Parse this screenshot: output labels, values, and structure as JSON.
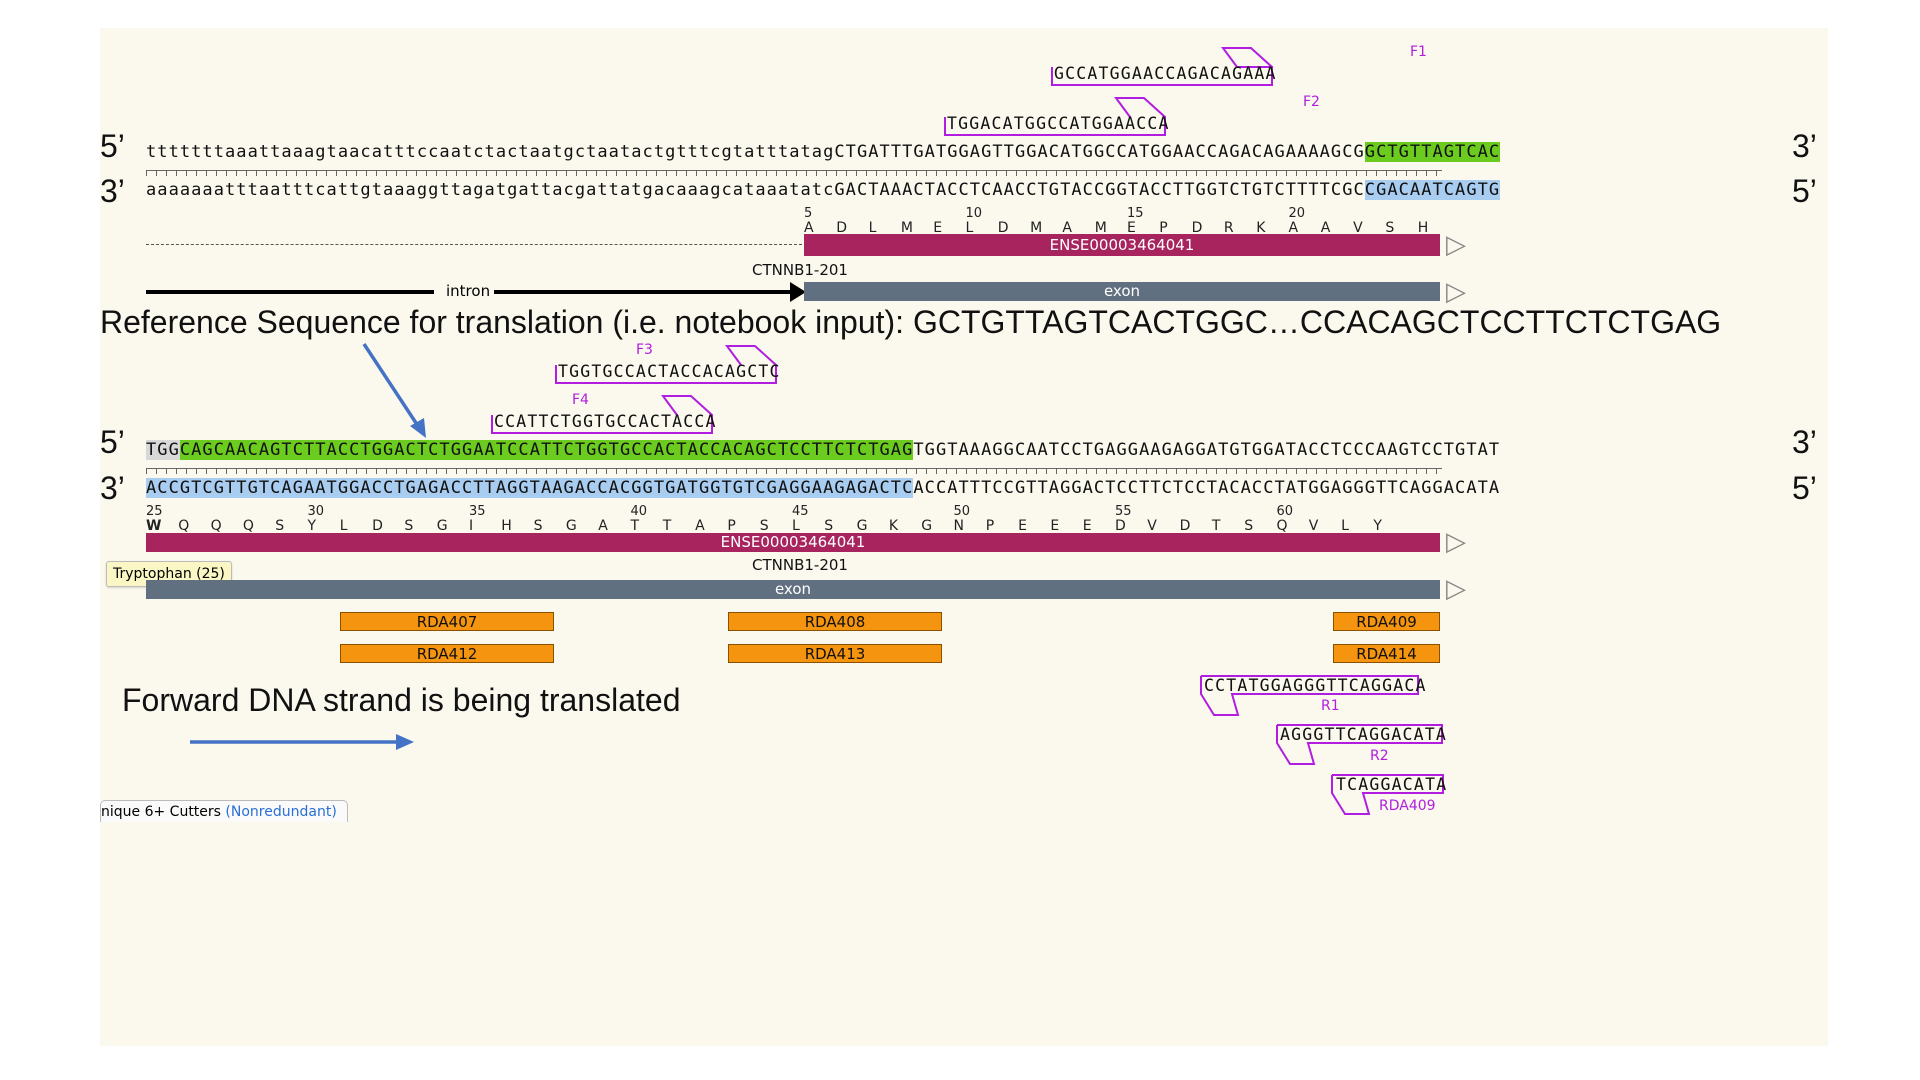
{
  "strands": {
    "five": "5’",
    "three": "3’"
  },
  "top": {
    "fwd_intron": "tttttttaaattaaagtaacatttccaatctactaatgctaatactgtttcgtatttatag",
    "fwd_exon": "CTGATTTGATGGAGTTGGACATGGCCATGGAACCAGACAGAAAAGCG",
    "fwd_hl": "GCTGTTAGTCAC",
    "rev_intron": "aaaaaaatttaatttcattgtaaaggttagatgattacgattatgacaaagcataaatatc",
    "rev_exon": "GACTAAACTACCTCAACCTGTACCGGTACCTTGGTCTGTCTTTTCGC",
    "rev_hl": "CGACAATCAGTG",
    "numbers": [
      "5",
      "10",
      "15",
      "20"
    ],
    "aas": [
      "A",
      "D",
      "L",
      "M",
      "E",
      "L",
      "D",
      "M",
      "A",
      "M",
      "E",
      "P",
      "D",
      "R",
      "K",
      "A",
      "A",
      "V",
      "S",
      "H"
    ],
    "gene_label": "ENSE00003464041",
    "transcript": "CTNNB1-201",
    "intron_label": "intron",
    "exon_label": "exon",
    "primers": [
      {
        "name": "F1",
        "seq": "GCCATGGAACCAGACAGAAA"
      },
      {
        "name": "F2",
        "seq": "TGGACATGGCCATGGAACCA"
      }
    ]
  },
  "reference_text": "Reference Sequence for translation (i.e. notebook input): GCTGTTAGTCACTGGC…CCACAGCTCCTTCTCTGAG",
  "bottom": {
    "fwd_grey": "TGG",
    "fwd_hl": "CAGCAACAGTCTTACCTGGACTCTGGAATCCATTCTGGTGCCACTACCACAGCTCCTTCTCTGAG",
    "fwd_rest": "TGGTAAAGGCAATCCTGAGGAAGAGGATGTGGATACCTCCCAAGTCCTGTAT",
    "rev_hl": "ACCGTCGTTGTCAGAATGGACCTGAGACCTTAGGTAAGACCACGGTGATGGTGTCGAGGAAGAGACTC",
    "rev_rest": "ACCATTTCCGTTAGGACTCCTTCTCCTACACCTATGGAGGGTTCAGGACATA",
    "numbers": [
      "25",
      "30",
      "35",
      "40",
      "45",
      "50",
      "55",
      "60"
    ],
    "aas": [
      "W",
      "Q",
      "Q",
      "Q",
      "S",
      "Y",
      "L",
      "D",
      "S",
      "G",
      "I",
      "H",
      "S",
      "G",
      "A",
      "T",
      "T",
      "A",
      "P",
      "S",
      "L",
      "S",
      "G",
      "K",
      "G",
      "N",
      "P",
      "E",
      "E",
      "E",
      "D",
      "V",
      "D",
      "T",
      "S",
      "Q",
      "V",
      "L",
      "Y"
    ],
    "gene_label": "ENSE00003464041",
    "transcript": "CTNNB1-201",
    "exon_label": "exon",
    "tooltip": "Tryptophan (25)",
    "primers_fwd": [
      {
        "name": "F3",
        "seq": "TGGTGCCACTACCACAGCTC"
      },
      {
        "name": "F4",
        "seq": "CCATTCTGGTGCCACTACCA"
      }
    ],
    "primers_rev": [
      {
        "name": "R1",
        "seq": "CCTATGGAGGGTTCAGGACA"
      },
      {
        "name": "R2",
        "seq": "AGGGTTCAGGACATA"
      },
      {
        "name": "RDA409",
        "seq": "TCAGGACATA"
      }
    ],
    "rda": [
      {
        "label": "RDA407"
      },
      {
        "label": "RDA408"
      },
      {
        "label": "RDA409"
      },
      {
        "label": "RDA412"
      },
      {
        "label": "RDA413"
      },
      {
        "label": "RDA414"
      }
    ]
  },
  "caption": "Forward DNA strand is being translated",
  "footer_tab": {
    "label": "nique 6+ Cutters",
    "link": "(Nonredundant)"
  },
  "colors": {
    "primer": "#b11ee0",
    "gene": "#a7245e",
    "exon": "#607080",
    "highlight_green": "#6ccb1f",
    "highlight_blue": "#a9cdf0",
    "rda": "#f5940e",
    "arrow": "#4472c4"
  }
}
